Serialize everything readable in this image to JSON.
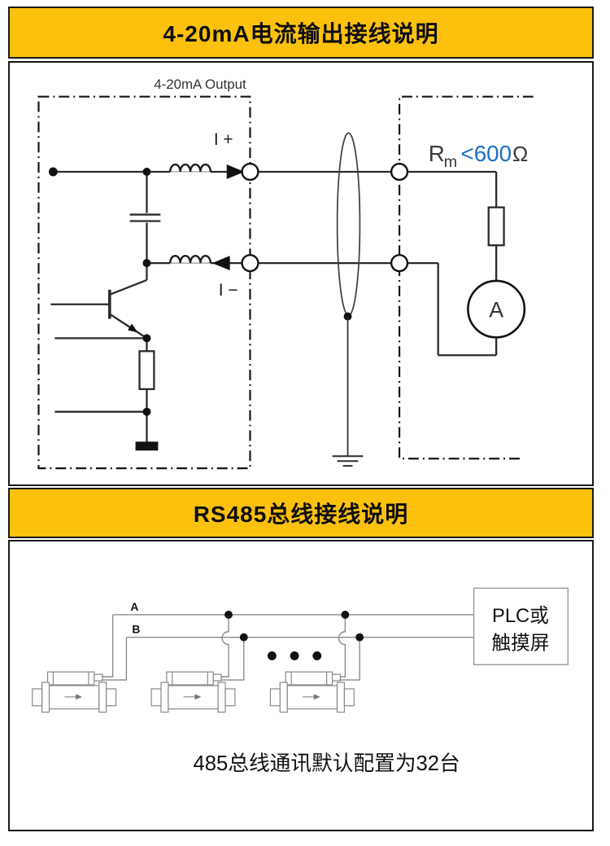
{
  "colors": {
    "header_bg": "#FCC10D",
    "border": "#1A1A1A",
    "wire": "#2B2B2B",
    "thin_wire": "#8A8A8A",
    "value_blue": "#1E6FC0",
    "label_gray": "#3A3A3A"
  },
  "panel1": {
    "title": "4-20mA电流输出接线说明",
    "diagram_label": "4-20mA Output",
    "terminal_plus": "I +",
    "terminal_minus": "I −",
    "rm_label": {
      "r": "R",
      "sub": "m",
      "value": "<600",
      "unit": "Ω"
    },
    "meter": "A"
  },
  "panel2": {
    "title": "RS485总线接线说明",
    "line_a": "A",
    "line_b": "B",
    "plc_line1": "PLC或",
    "plc_line2": "触摸屏",
    "caption": "485总线通讯默认配置为32台"
  }
}
